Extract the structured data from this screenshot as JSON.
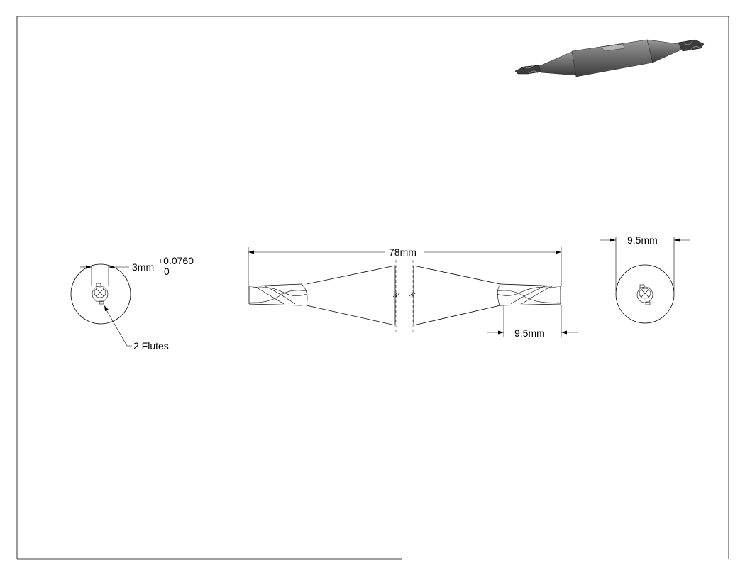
{
  "colors": {
    "line": "#000000",
    "render_dark": "#4a4a4a",
    "render_mid": "#7a7a7a",
    "render_light": "#a8a8a8"
  },
  "dimensions": {
    "diameter": "3mm",
    "tol_upper": "+0.0760",
    "tol_lower": "0",
    "flutes_note": "2 Flutes",
    "overall_length": "78mm",
    "flute_length": "9.5mm",
    "shank_diameter": "9.5mm"
  }
}
